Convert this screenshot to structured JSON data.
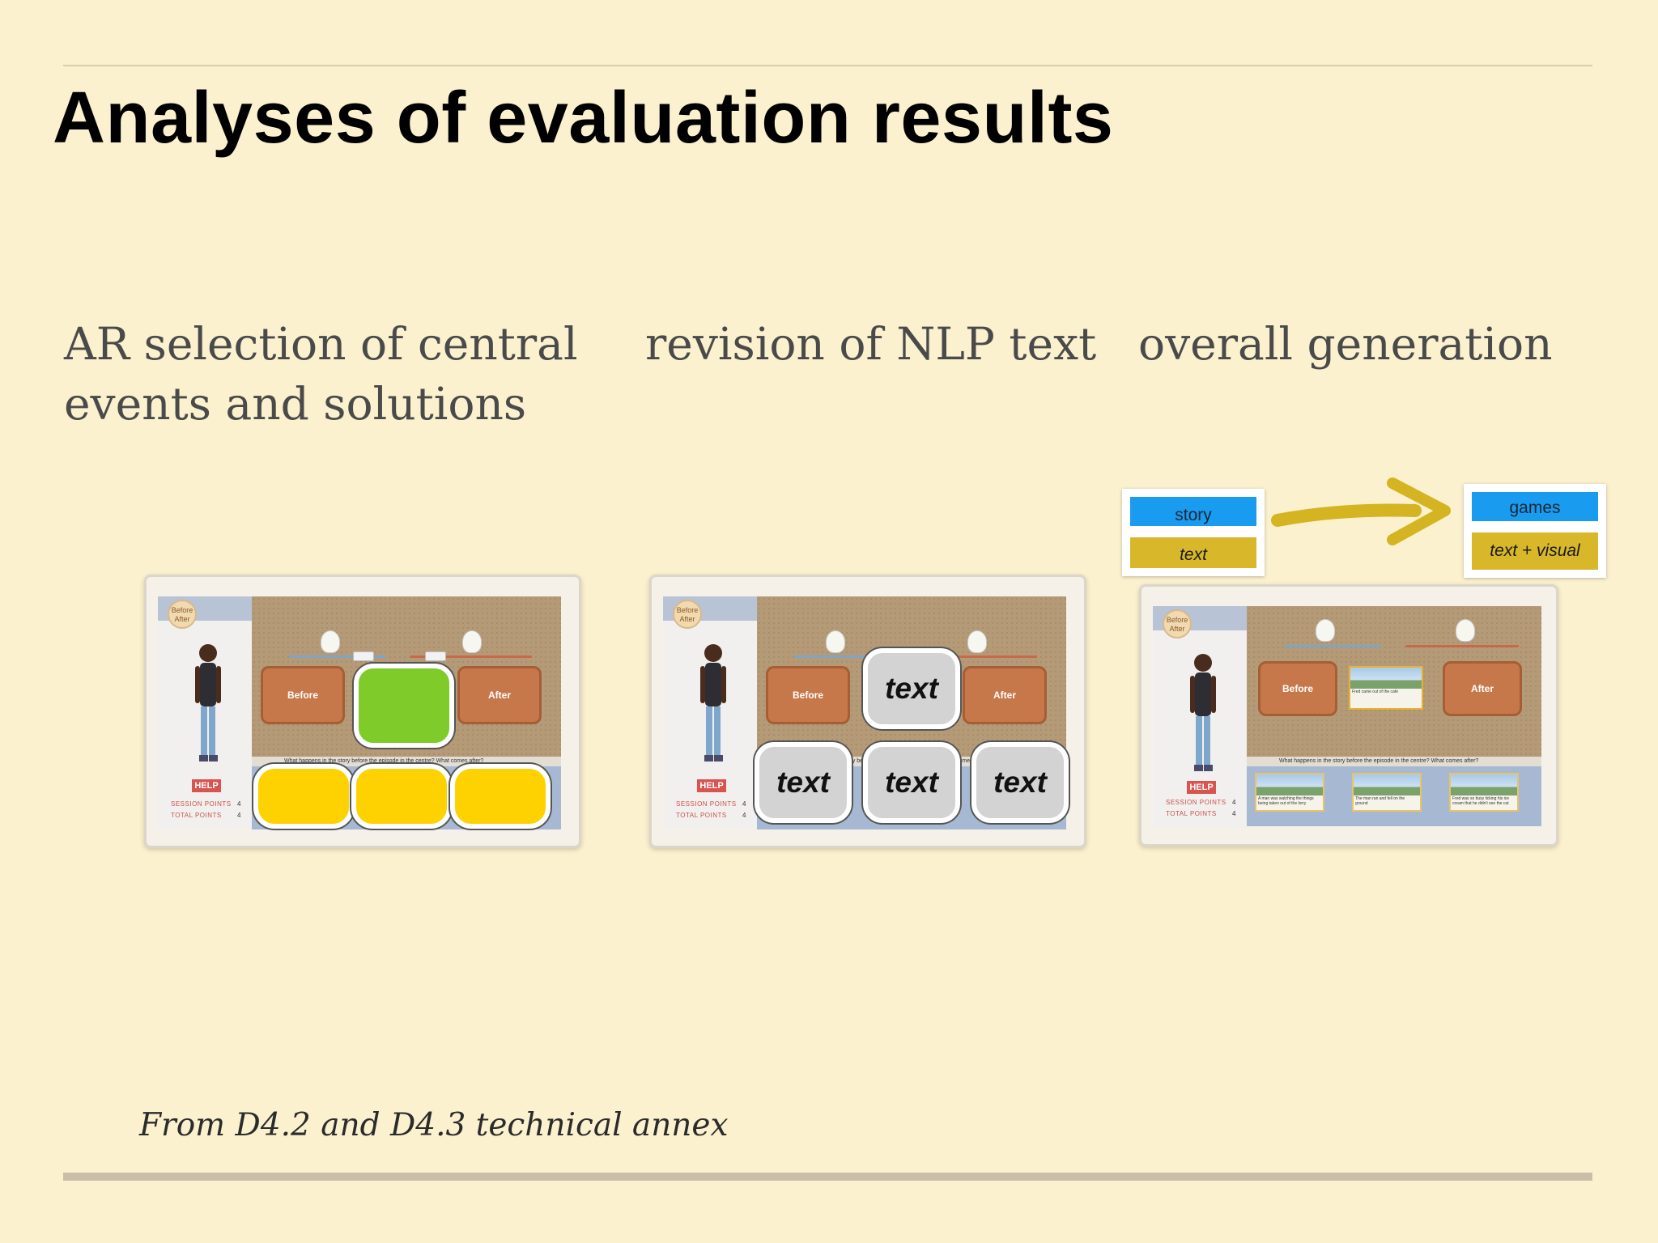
{
  "slide": {
    "title": "Analyses of evaluation results",
    "columns": [
      {
        "label_line1": "AR selection of central",
        "label_line2": "events and solutions"
      },
      {
        "label_line1": "revision of NLP text",
        "label_line2": ""
      },
      {
        "label_line1": "overall generation",
        "label_line2": ""
      }
    ],
    "footnote": "From D4.2 and D4.3 technical annex"
  },
  "game_ui": {
    "before_label": "Before",
    "after_label": "After",
    "help_label": "HELP",
    "session_points_label": "SESSION POINTS",
    "total_points_label": "TOTAL POINTS",
    "session_points_value": "4",
    "total_points_value": "4",
    "question": "What happens in the story before the episode in the centre? What comes after?",
    "logo_text_1": "Before",
    "logo_text_2": "After"
  },
  "revision": {
    "text_blocks": [
      "text",
      "text",
      "text",
      "text"
    ]
  },
  "generation": {
    "source": {
      "top": "story",
      "bottom": "text"
    },
    "target": {
      "top": "games",
      "bottom": "text + visual"
    },
    "center_caption": "Fred came out of the cafe",
    "scene_captions": [
      "A man was watching the things being taken out of the lorry",
      "The man ran and fell on the ground",
      "Fred was so busy licking his ice cream that he didn't see the cat"
    ],
    "colors": {
      "blue": "#199bf0",
      "gold": "#d8b72a",
      "green": "#7ecb2a",
      "yellow": "#fdd200"
    }
  }
}
